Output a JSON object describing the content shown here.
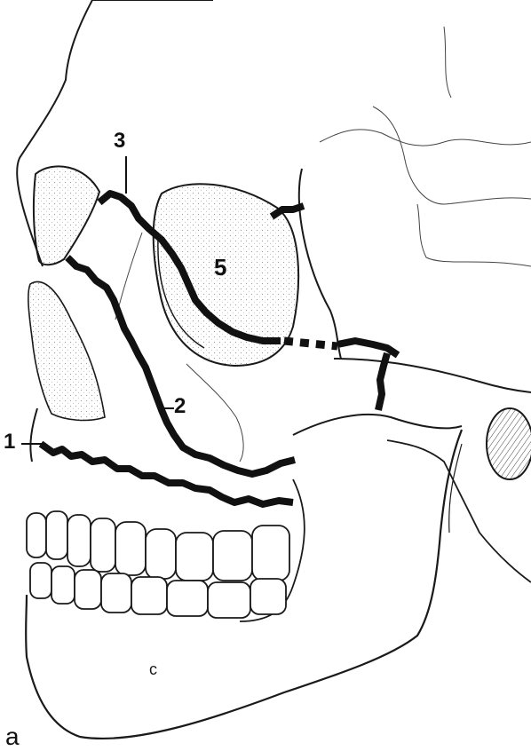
{
  "figure": {
    "panel_label": "a",
    "fracture_labels": {
      "l1": "1",
      "l2": "2",
      "l3": "3",
      "l5": "5"
    },
    "colors": {
      "fracture_line": "#111111",
      "outline": "#1a1a1a",
      "bone_stipple": "#d9d9d9",
      "background": "#ffffff"
    }
  }
}
